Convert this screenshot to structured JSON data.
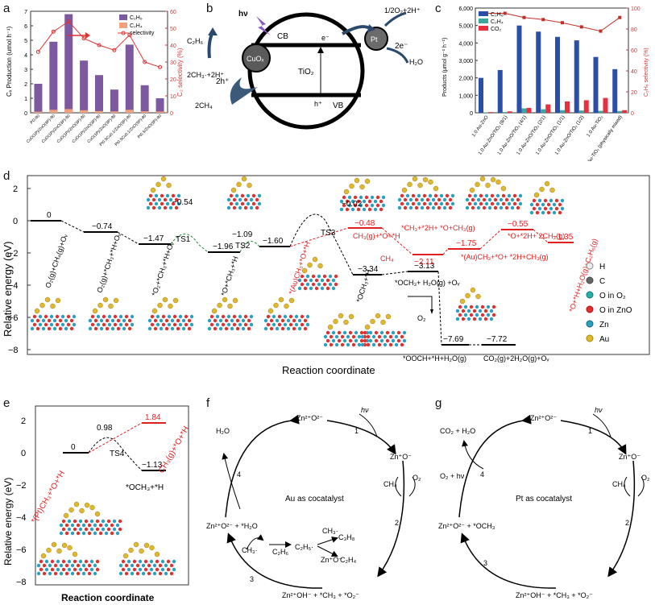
{
  "panels": {
    "a": {
      "letter": "a",
      "legend": [
        "C₂H₆",
        "C₂H₄",
        "selectivity"
      ],
      "ylabel_left": "Cₓ Production (umol h⁻¹)",
      "ylabel_right": "C₂ selectivity (%)",
      "yticks_left": [
        "0",
        "1",
        "2",
        "3",
        "4",
        "5",
        "6",
        "7"
      ],
      "yticks_right": [
        "0",
        "10",
        "20",
        "30",
        "40",
        "50",
        "60"
      ]
    },
    "b": {
      "letter": "b",
      "labels": {
        "hv": "hν",
        "cb": "CB",
        "vb": "VB",
        "tio2": "TiO₂",
        "cuox": "CuOₓ",
        "pt": "Pt",
        "e": "e⁻",
        "h": "h⁺",
        "two_e": "2e⁻",
        "two_h": "2h⁺",
        "o2": "1/2O₂+2H⁺",
        "h2o": "H₂O",
        "c2h6": "C₂H₆",
        "ch3": "2CH₃·+2H⁺",
        "ch4": "2CH₄"
      }
    },
    "c": {
      "letter": "c",
      "legend": [
        "C₂H₆",
        "C₂H₄",
        "CO₂"
      ],
      "ylabel_left": "Products (μmol g⁻¹ h⁻¹)",
      "ylabel_right": "C₂H₆ selectivity (%)",
      "yticks_left": [
        "0",
        "1,000",
        "2,000",
        "3,000",
        "4,000",
        "5,000",
        "6,000"
      ],
      "yticks_right": [
        "0",
        "20",
        "40",
        "60",
        "80",
        "100"
      ]
    },
    "d": {
      "letter": "d",
      "ylabel": "Relative energy (eV)",
      "xlabel": "Reaction coordinate",
      "yticks": [
        "2",
        "0",
        "−2",
        "−4",
        "−6",
        "−8"
      ],
      "legend": [
        "H",
        "C",
        "O in O₂",
        "O in ZnO",
        "Zn",
        "Au"
      ],
      "energies_black": [
        "0",
        "−0.74",
        "−1.47",
        "−1.96",
        "−1.60",
        "−0.02",
        "−3.34",
        "−3.13",
        "−7.69",
        "−7.72"
      ],
      "energies_red": [
        "−0.48",
        "−2.11",
        "−1.75",
        "−0.55",
        "−1.35"
      ],
      "ts": [
        "TS1",
        "TS2",
        "TS3"
      ],
      "ts_energies": [
        "−0.54",
        "−1.09"
      ],
      "labels_black": [
        "O₂(g)+CH₄(g)+Oᵥ",
        "O₂(g)+*CH₃+*H+Oᵥ",
        "*O₂+*CH₃+*H+Oᵥ",
        "*O+*CH₃+*H",
        "*OCH₃+*H",
        "*OCH₃+ H₂O(g) +Oᵥ",
        "O₂",
        "*OOCH+*H+H₂O(g)",
        "CO₂(g)+2H₂O(g)+Oᵥ"
      ],
      "labels_red": [
        "*(Au)CH₃+*O+*H",
        "CH₃(g)+*O+*H",
        "CH₄",
        "*CH₃+*2H+ *O+CH₃(g)",
        "*(Au)CH₃+*O+ *2H+CH₃(g)",
        "*O+*2H+ 2CH₃(g)",
        "*O+*H+H₂O(g)+C₂H₆(g)"
      ]
    },
    "e": {
      "letter": "e",
      "ylabel": "Relative energy (eV)",
      "xlabel": "Reaction coordinate",
      "yticks": [
        "2",
        "0",
        "−2",
        "−4",
        "−6",
        "−8"
      ],
      "energies": [
        "0",
        "0.98",
        "1.84",
        "−1.13"
      ],
      "ts": "TS4",
      "label_red1": "*(Pt)CH₃+*O+*H",
      "label_red2": "CH₃(g)+*O+*H",
      "label_black": "*OCH₃+*H"
    },
    "f": {
      "letter": "f",
      "center": "Au as cocatalyst",
      "top": "Zn²⁺O²⁻",
      "right": "Zn⁺O⁻",
      "bottom": "Zn²⁺OH⁻ + *CH₃ + *O₂⁻",
      "left": "Zn²⁺O²⁻ + *H₂O",
      "hv": "hν",
      "h2o": "H₂O",
      "ch4": "CH₄",
      "o2": "O₂",
      "ch3": "CH₃·",
      "c2h6": "C₂H₆",
      "c2h5": "C₂H₅·",
      "c3h8": "C₃H₈",
      "c2h4": "C₂H₄",
      "ch3b": "CH₃·",
      "zno": "Zn⁺O⁻",
      "steps": [
        "1",
        "2",
        "3",
        "4"
      ]
    },
    "g": {
      "letter": "g",
      "center": "Pt as cocatalyst",
      "top": "Zn²⁺O²⁻",
      "right": "Zn⁺O⁻",
      "bottom": "Zn²⁺OH⁻ + *CH₃ + *O₂⁻",
      "left": "Zn²⁺O²⁻ + *OCH₃",
      "hv": "hν",
      "co2": "CO₂ + H₂O",
      "o2hv": "O₂ + hν",
      "ch4": "CH₄",
      "o2": "O₂",
      "steps": [
        "1",
        "2",
        "3",
        "4"
      ]
    }
  },
  "chart_data": [
    {
      "type": "bar",
      "panel": "a",
      "categories": [
        "PD-80",
        "CuO(1P)/ZnO(3P)-80",
        "CuO(1P)/ZnO(3P)-80",
        "CuO(1P)/ZnO(3P)-80",
        "CuO(1P)/ZnO(3P)-80",
        "CuO(1P)/ZnO(3P)-80",
        "Pt0.5Cu0.1/ZnO(3P)-80",
        "Pt0.5Cu0.1/ZnO(3P)-80",
        "Pt0.5/ZnO(3P)-80"
      ],
      "series": [
        {
          "name": "C₂H₆",
          "values": [
            2.0,
            4.9,
            6.8,
            3.6,
            2.6,
            1.6,
            4.7,
            1.9,
            1.0
          ]
        },
        {
          "name": "C₂H₄",
          "values": [
            0.02,
            0.15,
            0.2,
            0.12,
            0.06,
            0.04,
            0.15,
            0.05,
            0.03
          ]
        },
        {
          "name": "selectivity",
          "values": [
            36,
            48,
            54,
            44,
            40,
            37,
            46,
            30,
            27
          ]
        }
      ],
      "ylim": [
        0,
        7
      ],
      "ylim_right": [
        0,
        60
      ]
    },
    {
      "type": "bar",
      "panel": "c",
      "categories": [
        "1.0 Au-ZnO",
        "1.0 Au-ZnO/TiO₂ (8/1)",
        "1.0 Au-ZnO/TiO₂ (4/1)",
        "1.0 Au-ZnO/TiO₂ (2/1)",
        "1.0 Au-ZnO/TiO₂ (1/1)",
        "1.0 Au-ZnO/TiO₂ (1/2)",
        "1.0 Au-TiO₂",
        "1.0 Au-ZnO+1.0 Au-TiO₂ (physically mixed)"
      ],
      "series": [
        {
          "name": "C₂H₆",
          "values": [
            2000,
            2450,
            5000,
            4650,
            4350,
            4150,
            3200,
            2500
          ]
        },
        {
          "name": "C₂H₄",
          "values": [
            20,
            40,
            250,
            200,
            150,
            130,
            110,
            100
          ]
        },
        {
          "name": "CO₂",
          "values": [
            40,
            80,
            280,
            480,
            650,
            720,
            850,
            150
          ]
        },
        {
          "name": "selectivity",
          "values": [
            95,
            95,
            91,
            89,
            86,
            82,
            78,
            91
          ]
        }
      ],
      "ylim": [
        0,
        6000
      ],
      "ylim_right": [
        0,
        100
      ]
    }
  ]
}
